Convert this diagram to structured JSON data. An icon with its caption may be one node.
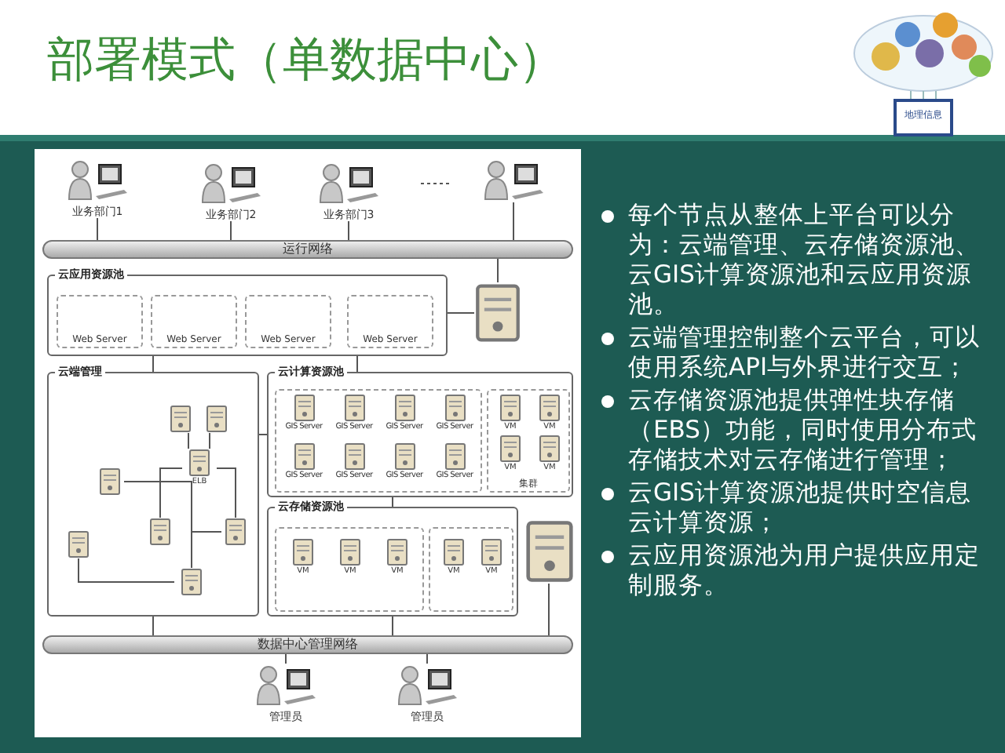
{
  "diagram": {
    "title": "部署模式（单数据中心）",
    "nodes": [
      {
        "text": [
          "业务部门1"
        ]
      },
      {
        "text": [
          "业务部门2"
        ]
      },
      {
        "text": [
          "业务部门3"
        ]
      },
      {
        "text": [],
        "shape": "person"
      },
      {
        "text": [
          "运行网络"
        ]
      },
      {
        "text": [
          "云应用资源池"
        ]
      },
      {
        "text": [
          "Web Server"
        ],
        "in": 5
      },
      {
        "text": [
          "Web Server"
        ],
        "in": 5
      },
      {
        "text": [
          "Web Server"
        ],
        "in": 5
      },
      {
        "text": [
          "Web Server"
        ],
        "in": 5
      },
      {
        "text": [],
        "shape": "picture"
      },
      {
        "text": [
          "云端管理"
        ]
      },
      {
        "text": [],
        "shape": "picture",
        "in": 11
      },
      {
        "text": [],
        "shape": "picture",
        "in": 11
      },
      {
        "text": [
          "ELB"
        ],
        "in": 11
      },
      {
        "text": [],
        "shape": "picture",
        "in": 11
      },
      {
        "text": [],
        "shape": "picture",
        "in": 11
      },
      {
        "text": [],
        "shape": "picture",
        "in": 11
      },
      {
        "text": [],
        "shape": "picture",
        "in": 11
      },
      {
        "text": [],
        "shape": "picture",
        "in": 11
      },
      {
        "text": [
          "云计算资源池"
        ]
      },
      {
        "text": [],
        "shape": "box",
        "in": 20
      },
      {
        "text": [
          "GIS Server"
        ],
        "in": 21
      },
      {
        "text": [
          "GIS Server"
        ],
        "in": 21
      },
      {
        "text": [
          "GIS Server"
        ],
        "in": 21
      },
      {
        "text": [
          "GIS Server"
        ],
        "in": 21
      },
      {
        "text": [
          "GIS Server"
        ],
        "in": 21
      },
      {
        "text": [
          "GIS Server"
        ],
        "in": 21
      },
      {
        "text": [
          "GIS Server"
        ],
        "in": 21
      },
      {
        "text": [
          "GIS Server"
        ],
        "in": 21
      },
      {
        "text": [
          "集群"
        ],
        "in": 20
      },
      {
        "text": [
          "VM"
        ],
        "in": 30
      },
      {
        "text": [
          "VM"
        ],
        "in": 30
      },
      {
        "text": [
          "VM"
        ],
        "in": 30
      },
      {
        "text": [
          "VM"
        ],
        "in": 30
      },
      {
        "text": [
          "云存储资源池"
        ]
      },
      {
        "text": [],
        "shape": "box",
        "in": 35
      },
      {
        "text": [
          "VM"
        ],
        "in": 36
      },
      {
        "text": [
          "VM"
        ],
        "in": 36
      },
      {
        "text": [
          "VM"
        ],
        "in": 36
      },
      {
        "text": [],
        "shape": "box",
        "in": 35
      },
      {
        "text": [
          "VM"
        ],
        "in": 40
      },
      {
        "text": [
          "VM"
        ],
        "in": 40
      },
      {
        "text": [],
        "shape": "picture"
      },
      {
        "text": [
          "数据中心管理网络"
        ]
      },
      {
        "text": [
          "管理员"
        ]
      },
      {
        "text": [
          "管理员"
        ]
      }
    ],
    "edges": [
      {
        "from": 0,
        "to": 4,
        "arrow": "none"
      },
      {
        "from": 1,
        "to": 4,
        "arrow": "none"
      },
      {
        "from": 2,
        "to": 4,
        "arrow": "none"
      },
      {
        "from": 3,
        "to": 4,
        "arrow": "none"
      },
      {
        "from": 4,
        "to": 10,
        "arrow": "none"
      },
      {
        "from": 10,
        "to": 5,
        "arrow": "none"
      },
      {
        "from": 5,
        "to": 11,
        "arrow": "none"
      },
      {
        "from": 5,
        "to": 20,
        "arrow": "none"
      },
      {
        "from": 11,
        "to": 20,
        "arrow": "none"
      },
      {
        "from": 20,
        "to": 35,
        "arrow": "none"
      },
      {
        "from": 12,
        "to": 14,
        "arrow": "none"
      },
      {
        "from": 13,
        "to": 14,
        "arrow": "none"
      },
      {
        "from": 14,
        "to": 15,
        "arrow": "none"
      },
      {
        "from": 14,
        "to": 16,
        "arrow": "none"
      },
      {
        "from": 16,
        "to": 19,
        "arrow": "none"
      },
      {
        "from": 17,
        "to": 19,
        "arrow": "none"
      },
      {
        "from": 18,
        "to": 19,
        "arrow": "none"
      },
      {
        "from": 11,
        "to": 44,
        "arrow": "none"
      },
      {
        "from": 35,
        "to": 44,
        "arrow": "none"
      },
      {
        "from": 43,
        "to": 44,
        "arrow": "none"
      },
      {
        "from": 44,
        "to": 45,
        "arrow": "none"
      },
      {
        "from": 44,
        "to": 46,
        "arrow": "none"
      }
    ],
    "labels": [
      "地理信息",
      "每个节点从整体上平台可以分为：云端管理、云存储资源池、云GIS计算资源池和云应用资源池。",
      "云端管理控制整个云平台，可以使用系统API与外界进行交互；",
      "云存储资源池提供弹性块存储（EBS）功能，同时使用分布式存储技术对云存储进行管理；",
      "云GIS计算资源池提供时空信息云计算资源；",
      "云应用资源池为用户提供应用定制服务。"
    ]
  }
}
